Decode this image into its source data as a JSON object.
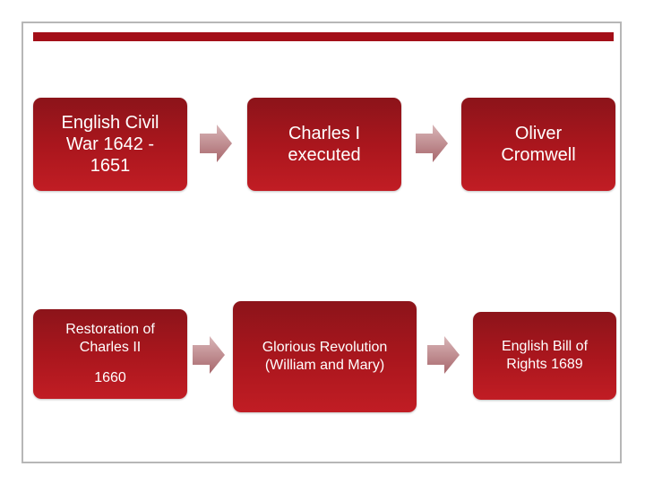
{
  "diagram": {
    "boxes": [
      {
        "lines": [
          "English Civil",
          "War 1642 -",
          "1651"
        ]
      },
      {
        "lines": [
          "Charles I",
          "executed"
        ]
      },
      {
        "lines": [
          "Oliver",
          "Cromwell"
        ]
      },
      {
        "lines": [
          "Restoration of",
          "Charles II"
        ],
        "extra": "1660"
      },
      {
        "lines": [
          "Glorious Revolution",
          "(William and Mary)"
        ]
      },
      {
        "lines": [
          "English Bill of",
          "Rights 1689"
        ]
      }
    ]
  },
  "colors": {
    "accent": "#a30f18",
    "box_top": "#8c141a",
    "box_bottom": "#c11d24",
    "arrow": "#c48f92",
    "frame": "#b7b7b7"
  }
}
